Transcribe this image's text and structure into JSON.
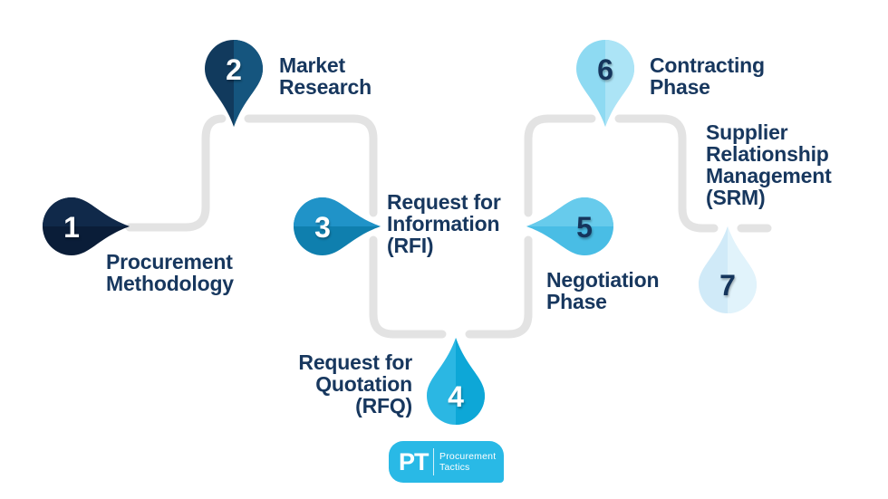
{
  "flow": {
    "path_color": "#e3e3e3"
  },
  "labels_color": "#17375e",
  "steps": [
    {
      "number": "1",
      "label": "Procurement\nMethodology",
      "color_base": "#0a1d38",
      "color_overlay": "#10294a",
      "number_color": "#ffffff"
    },
    {
      "number": "2",
      "label": "Market\nResearch",
      "color_base": "#113a5d",
      "color_overlay": "#15557e",
      "number_color": "#ffffff"
    },
    {
      "number": "3",
      "label": "Request for\nInformation\n(RFI)",
      "color_base": "#0f7fae",
      "color_overlay": "#2093c8",
      "number_color": "#ffffff"
    },
    {
      "number": "4",
      "label": "Request for\nQuotation\n(RFQ)",
      "color_base": "#2bb7e3",
      "color_overlay": "#0da7d7",
      "number_color": "#ffffff"
    },
    {
      "number": "5",
      "label": "Negotiation\nPhase",
      "color_base": "#49bde5",
      "color_overlay": "#67cbec",
      "number_color": "#15355c"
    },
    {
      "number": "6",
      "label": "Contracting\nPhase",
      "color_base": "#8edaf2",
      "color_overlay": "#ace4f6",
      "number_color": "#15355c"
    },
    {
      "number": "7",
      "label": "Supplier\nRelationship\nManagement\n(SRM)",
      "color_base": "#d0eaf8",
      "color_overlay": "#e1f3fb",
      "number_color": "#15355c"
    }
  ],
  "logo": {
    "monogram": "PT",
    "name_line1": "Procurement",
    "name_line2": "Tactics",
    "bg": "#29b9e6",
    "text_color": "#ffffff"
  }
}
